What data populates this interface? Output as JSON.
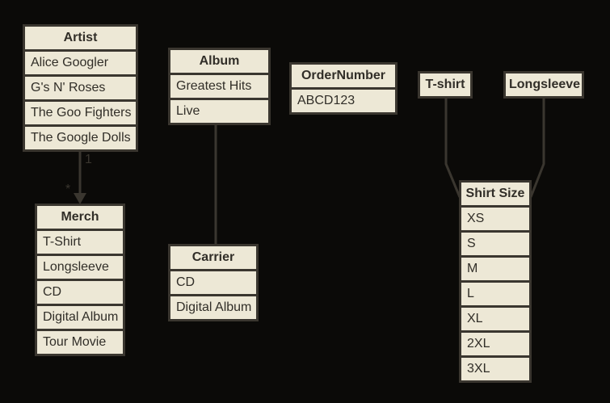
{
  "colors": {
    "background": "#0b0a08",
    "node_fill": "#ede8d6",
    "node_stroke": "#3a362f",
    "node_text": "#312e28"
  },
  "tables": [
    {
      "id": "artist",
      "title": "Artist",
      "rows": [
        "Alice Googler",
        "G's N' Roses",
        "The Goo Fighters",
        "The Google Dolls"
      ]
    },
    {
      "id": "album",
      "title": "Album",
      "rows": [
        "Greatest Hits",
        "Live"
      ]
    },
    {
      "id": "ordernumber",
      "title": "OrderNumber",
      "rows": [
        "ABCD123"
      ]
    },
    {
      "id": "tshirt",
      "title": "T-shirt",
      "rows": []
    },
    {
      "id": "longsleeve",
      "title": "Longsleeve",
      "rows": []
    },
    {
      "id": "merch",
      "title": "Merch",
      "rows": [
        "T-Shirt",
        "Longsleeve",
        "CD",
        "Digital Album",
        "Tour Movie"
      ]
    },
    {
      "id": "carrier",
      "title": "Carrier",
      "rows": [
        "CD",
        "Digital Album"
      ]
    },
    {
      "id": "shirtsize",
      "title": "Shirt Size",
      "rows": [
        "XS",
        "S",
        "M",
        "L",
        "XL",
        "2XL",
        "3XL"
      ]
    }
  ],
  "connectors": [
    {
      "id": "artist-merch",
      "from": "Artist",
      "to": "Merch",
      "source_label": "1",
      "target_label": "*",
      "arrow": true
    },
    {
      "id": "album-carrier",
      "from": "Album",
      "to": "Carrier"
    },
    {
      "id": "tshirt-shirtsize",
      "from": "T-shirt",
      "to": "Shirt Size"
    },
    {
      "id": "longsleeve-shirtsize",
      "from": "Longsleeve",
      "to": "Shirt Size"
    }
  ]
}
